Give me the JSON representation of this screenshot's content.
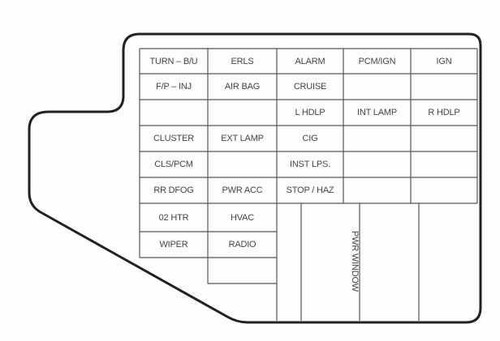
{
  "diagram": {
    "rows": [
      [
        "TURN – B/U",
        "ERLS",
        "ALARM",
        "PCM/IGN",
        "IGN"
      ],
      [
        "F/P – INJ",
        "AIR BAG",
        "CRUISE",
        "",
        ""
      ],
      [
        "",
        "",
        "L HDLP",
        "INT LAMP",
        "R HDLP"
      ],
      [
        "CLUSTER",
        "EXT LAMP",
        "CIG",
        "",
        ""
      ],
      [
        "CLS/PCM",
        "",
        "INST LPS.",
        "",
        ""
      ],
      [
        "RR DFOG",
        "PWR ACC",
        "STOP / HAZ",
        "",
        ""
      ],
      [
        "02 HTR",
        "HVAC"
      ],
      [
        "WIPER",
        "RADIO"
      ]
    ],
    "tall_label": "PWR WINDOW",
    "line_color": "#333333"
  }
}
